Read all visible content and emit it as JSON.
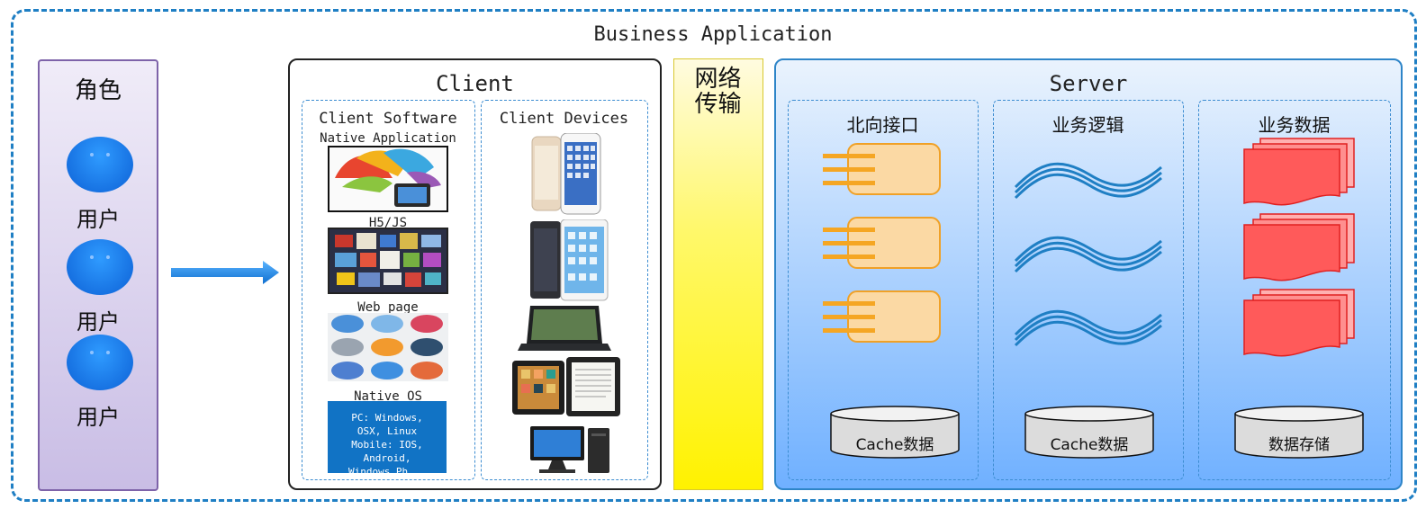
{
  "title": "Business Application",
  "roles": {
    "title": "角色",
    "users": [
      "用户",
      "用户",
      "用户"
    ]
  },
  "client": {
    "title": "Client",
    "software": {
      "title": "Client Software",
      "items": [
        "Native Application",
        "H5/JS",
        "Web page",
        "Native OS"
      ],
      "os_text": [
        "PC: Windows,",
        "OSX, Linux",
        "Mobile: IOS,",
        "Android,",
        "Windows Ph..."
      ]
    },
    "devices": {
      "title": "Client Devices",
      "items": [
        "iphone",
        "android-phone",
        "laptop",
        "tablets",
        "desktop"
      ]
    }
  },
  "network": {
    "line1": "网络",
    "line2": "传输"
  },
  "server": {
    "title": "Server",
    "columns": [
      {
        "title": "北向接口",
        "icon": "interface-connector-icon",
        "storage": "Cache数据"
      },
      {
        "title": "业务逻辑",
        "icon": "wave-icon",
        "storage": "Cache数据"
      },
      {
        "title": "业务数据",
        "icon": "document-stack-icon",
        "storage": "数据存储"
      }
    ]
  },
  "colors": {
    "outer_border": "#1f7fc4",
    "roles_border": "#7e63a9",
    "user_bubble": "#1a7df0",
    "arrow": "#1f8fe6",
    "network_fill": "#fff200",
    "server_border": "#2e85c8",
    "connector": "#f5a623",
    "wave": "#1f7fc4",
    "document": "#f23a3a",
    "os_box": "#1173c5"
  }
}
